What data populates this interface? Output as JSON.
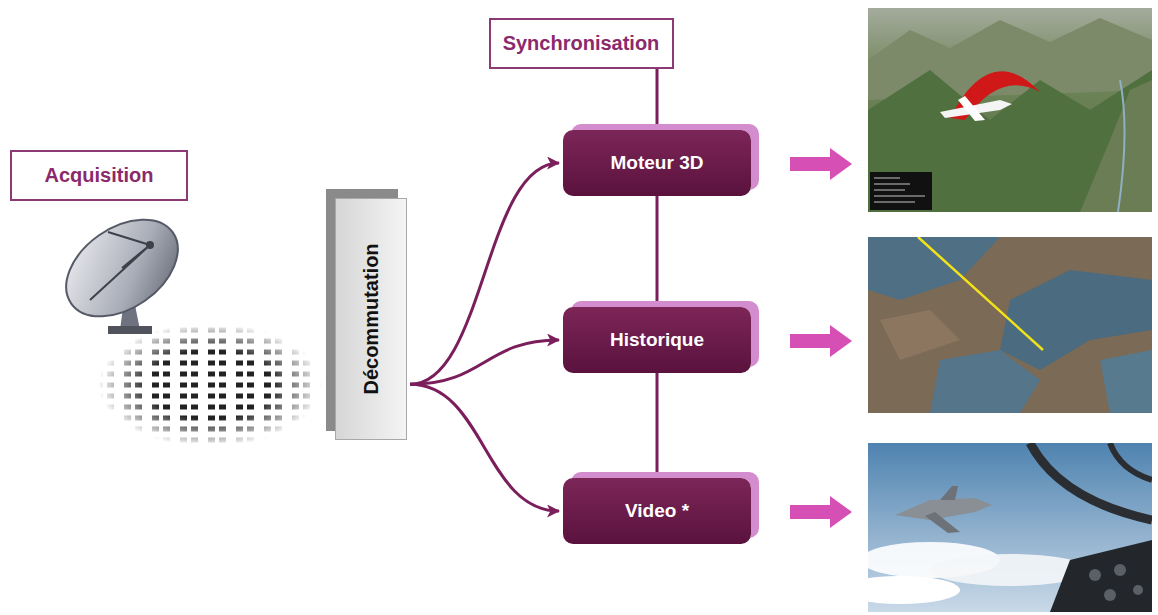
{
  "diagram": {
    "nodes": [
      {
        "text": [
          "Acquisition"
        ]
      },
      {
        "text": [
          "Décommutation"
        ]
      },
      {
        "text": [
          "Synchronisation"
        ]
      },
      {
        "text": [
          "Moteur 3D"
        ]
      },
      {
        "text": [
          "Historique"
        ]
      },
      {
        "text": [
          "Video *"
        ]
      }
    ],
    "edges": [
      {
        "from": 1,
        "to": 3,
        "arrow": "to"
      },
      {
        "from": 1,
        "to": 4,
        "arrow": "to"
      },
      {
        "from": 1,
        "to": 5,
        "arrow": "to"
      },
      {
        "from": 2,
        "to": 3,
        "arrow": "none"
      },
      {
        "from": 3,
        "to": 4,
        "arrow": "none"
      },
      {
        "from": 4,
        "to": 5,
        "arrow": "none"
      }
    ]
  }
}
